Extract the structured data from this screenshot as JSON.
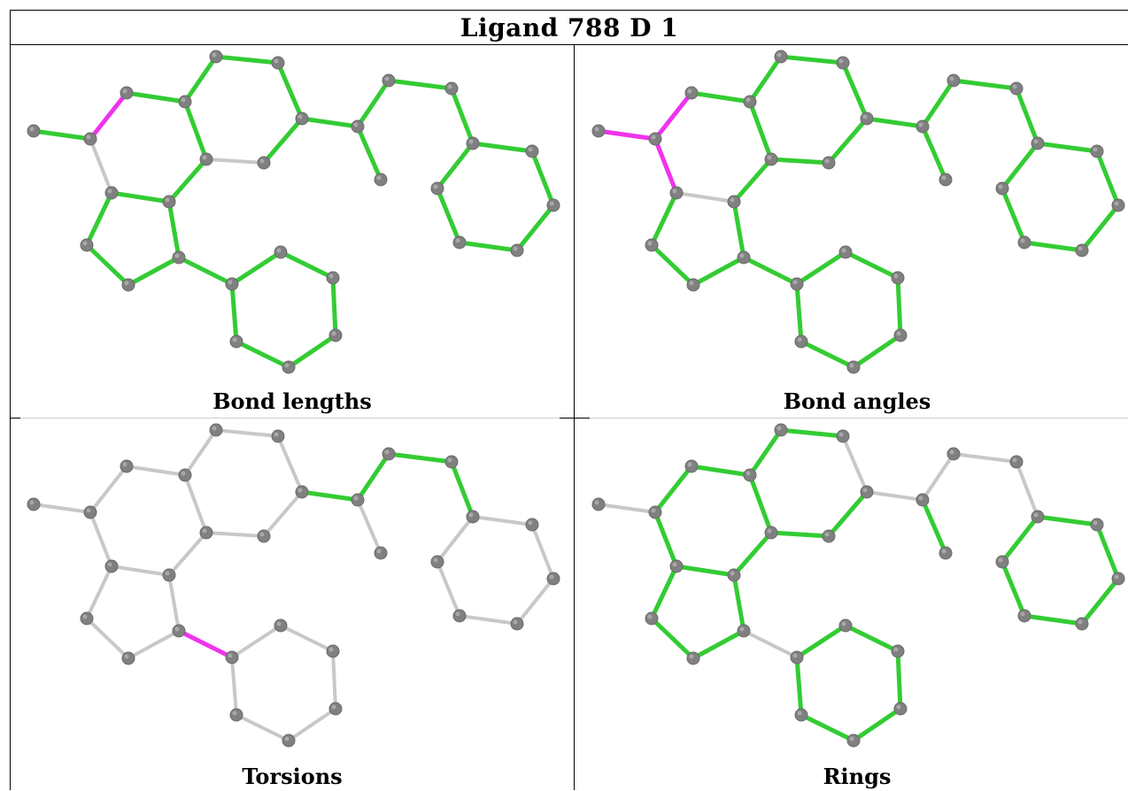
{
  "title": "Ligand 788 D 1",
  "colors": {
    "ok": "#33cc33",
    "flagged": "#ee33ee",
    "neutral": "#c8c8c8",
    "atom": "#808080"
  },
  "panels": [
    {
      "caption": "Bond lengths",
      "flagged": [
        [
          1,
          2
        ]
      ],
      "neutral": [
        [
          2,
          4
        ],
        [
          4,
          3
        ],
        [
          7,
          8
        ]
      ],
      "ok": "rest"
    },
    {
      "caption": "Bond angles",
      "flagged": [
        [
          0,
          2
        ],
        [
          1,
          2
        ],
        [
          2,
          4
        ]
      ],
      "neutral": [
        [
          4,
          3
        ],
        [
          4,
          5
        ]
      ],
      "ok": "rest"
    },
    {
      "caption": "Torsions",
      "flagged": [
        [
          6,
          16
        ]
      ],
      "neutral": "rest",
      "ok": [
        [
          15,
          11
        ],
        [
          11,
          12
        ],
        [
          12,
          13
        ],
        [
          13,
          14
        ],
        [
          14,
          22
        ]
      ]
    },
    {
      "caption": "Rings",
      "flagged": [],
      "neutral": [
        [
          0,
          2
        ],
        [
          6,
          16
        ],
        [
          15,
          11
        ],
        [
          11,
          12
        ],
        [
          12,
          13
        ],
        [
          13,
          14
        ],
        [
          14,
          22
        ],
        [
          11,
          10
        ]
      ],
      "ok": "rest"
    }
  ]
}
